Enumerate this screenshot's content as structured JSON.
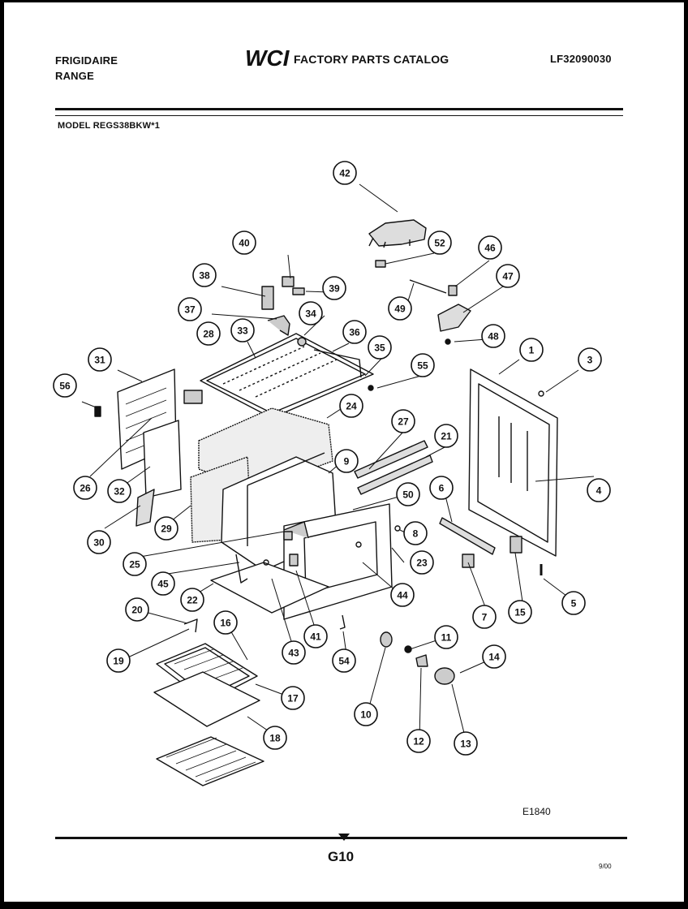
{
  "header": {
    "brand_line1": "FRIGIDAIRE",
    "brand_line2": "RANGE",
    "logo_text": "WCI",
    "catalog_title": "FACTORY PARTS CATALOG",
    "catalog_id": "LF32090030"
  },
  "model": "MODEL REGS38BKW*1",
  "callouts": [
    "42",
    "52",
    "46",
    "40",
    "38",
    "39",
    "47",
    "49",
    "37",
    "34",
    "48",
    "28",
    "33",
    "36",
    "35",
    "1",
    "3",
    "55",
    "31",
    "56",
    "24",
    "27",
    "21",
    "26",
    "32",
    "9",
    "4",
    "50",
    "6",
    "30",
    "29",
    "8",
    "25",
    "23",
    "45",
    "44",
    "7",
    "15",
    "5",
    "22",
    "20",
    "41",
    "16",
    "43",
    "54",
    "11",
    "14",
    "19",
    "17",
    "10",
    "18",
    "12",
    "13"
  ],
  "footer": {
    "diagram_code": "E1840",
    "page_number": "G10",
    "revision": "9/00"
  }
}
